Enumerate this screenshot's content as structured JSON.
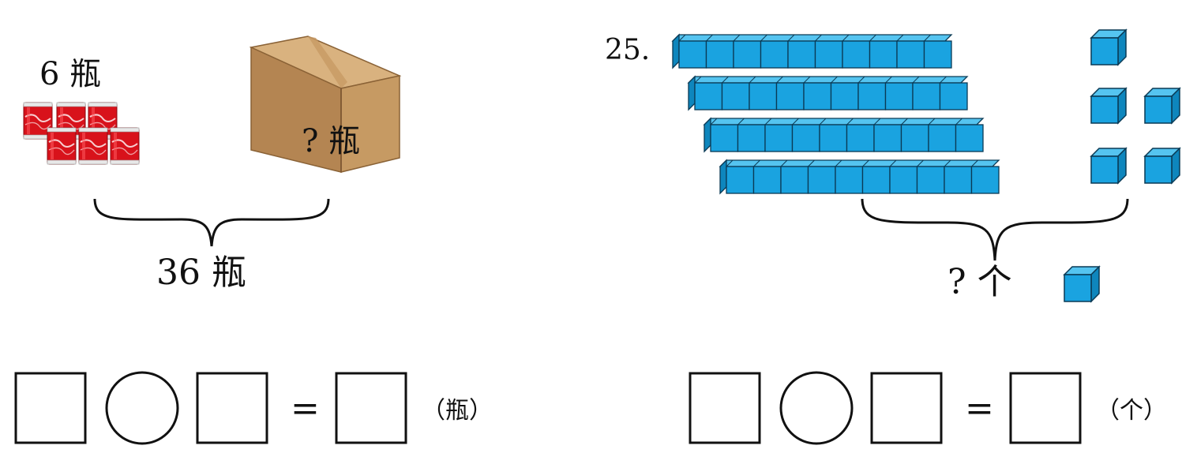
{
  "left_problem": {
    "cans_label": "6 瓶",
    "box_label": "? 瓶",
    "total_label": "36 瓶",
    "unit_label": "（瓶）",
    "equals_sign": "="
  },
  "right_problem": {
    "number": "25.",
    "question_label": "? 个",
    "unit_label": "（个）",
    "equals_sign": "=",
    "rods": 4,
    "cubes_per_rod": 10,
    "single_cubes": 5
  },
  "colors": {
    "cube_blue": "#1aa3e0",
    "cube_edge": "#0a3a55",
    "can_red": "#e0161c",
    "box_tan": "#c69a63"
  }
}
